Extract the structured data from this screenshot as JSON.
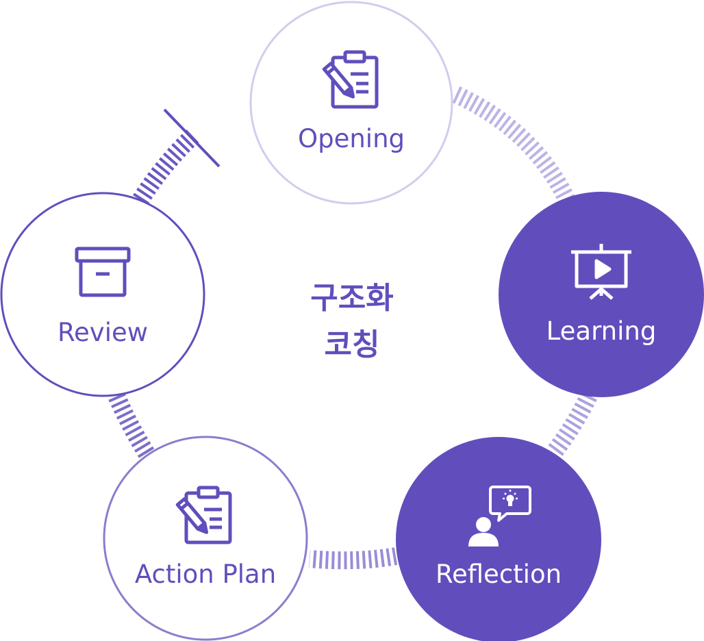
{
  "center_title": {
    "line1": "구조화",
    "line2": "코칭"
  },
  "colors": {
    "primary": "#614ebc",
    "light_stroke": "#d3ccee",
    "mid_stroke": "#8a7dce",
    "dash_light": "#bcb3e6",
    "dash_mid": "#8f82d3",
    "dash_dark": "#6a58c1",
    "white": "#ffffff"
  },
  "stages": [
    {
      "id": "opening",
      "label": "Opening",
      "icon": "clipboard-pencil-icon",
      "filled": false
    },
    {
      "id": "learning",
      "label": "Learning",
      "icon": "presentation-board-icon",
      "filled": true
    },
    {
      "id": "reflection",
      "label": "Reflection",
      "icon": "person-idea-bubble-icon",
      "filled": true
    },
    {
      "id": "action_plan",
      "label": "Action Plan",
      "icon": "clipboard-pencil-icon",
      "filled": false
    },
    {
      "id": "review",
      "label": "Review",
      "icon": "archive-box-icon",
      "filled": false
    }
  ]
}
